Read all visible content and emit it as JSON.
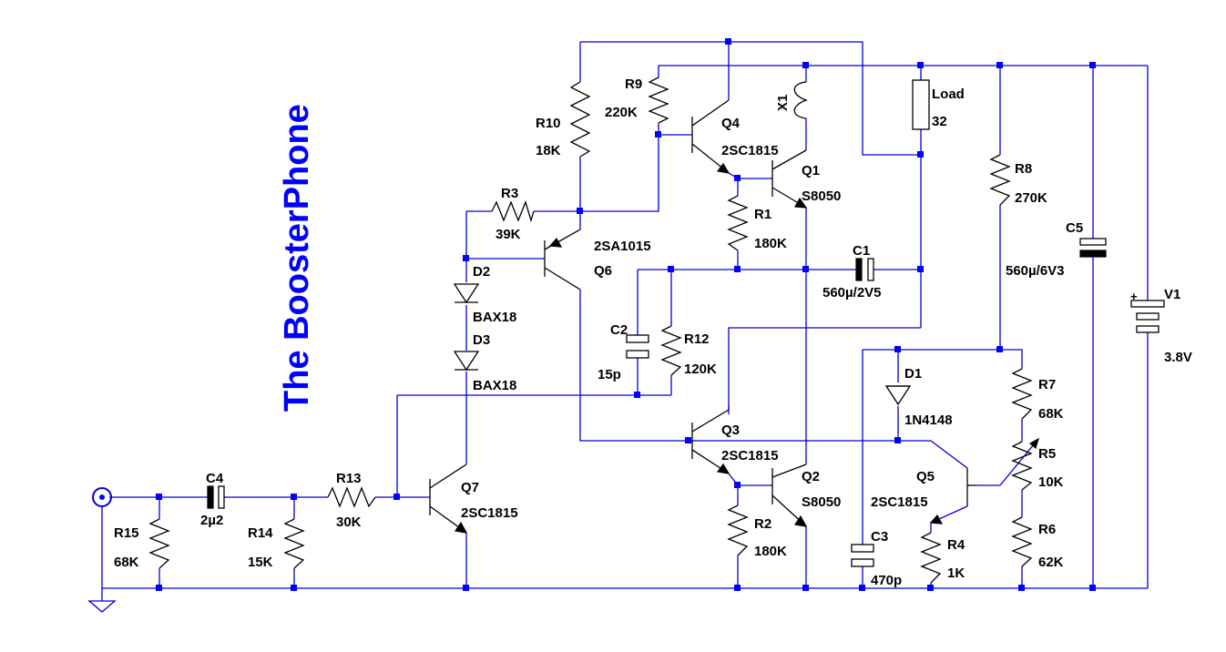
{
  "title": "The BoosterPhone",
  "colors": {
    "wire": "#0000d8",
    "junction": "#0000ff",
    "title": "#0000ff",
    "component": "#000000"
  },
  "components": {
    "R1": {
      "ref": "R1",
      "value": "180K"
    },
    "R2": {
      "ref": "R2",
      "value": "180K"
    },
    "R3": {
      "ref": "R3",
      "value": "39K"
    },
    "R4": {
      "ref": "R4",
      "value": "1K"
    },
    "R5": {
      "ref": "R5",
      "value": "10K"
    },
    "R6": {
      "ref": "R6",
      "value": "62K"
    },
    "R7": {
      "ref": "R7",
      "value": "68K"
    },
    "R8": {
      "ref": "R8",
      "value": "270K"
    },
    "R9": {
      "ref": "R9",
      "value": "220K"
    },
    "R10": {
      "ref": "R10",
      "value": "18K"
    },
    "R12": {
      "ref": "R12",
      "value": "120K"
    },
    "R13": {
      "ref": "R13",
      "value": "30K"
    },
    "R14": {
      "ref": "R14",
      "value": "15K"
    },
    "R15": {
      "ref": "R15",
      "value": "68K"
    },
    "C1": {
      "ref": "C1",
      "value": "560µ/2V5"
    },
    "C2": {
      "ref": "C2",
      "value": "15p"
    },
    "C3": {
      "ref": "C3",
      "value": "470p"
    },
    "C4": {
      "ref": "C4",
      "value": "2µ2"
    },
    "C5": {
      "ref": "C5",
      "value": "560µ/6V3"
    },
    "D1": {
      "ref": "D1",
      "value": "1N4148"
    },
    "D2": {
      "ref": "D2",
      "value": "BAX18"
    },
    "D3": {
      "ref": "D3",
      "value": "BAX18"
    },
    "Q1": {
      "ref": "Q1",
      "value": "S8050"
    },
    "Q2": {
      "ref": "Q2",
      "value": "S8050"
    },
    "Q3": {
      "ref": "Q3",
      "value": "2SC1815"
    },
    "Q4": {
      "ref": "Q4",
      "value": "2SC1815"
    },
    "Q5": {
      "ref": "Q5",
      "value": "2SC1815"
    },
    "Q6": {
      "ref": "Q6",
      "value": "2SA1015"
    },
    "Q7": {
      "ref": "Q7",
      "value": "2SC1815"
    },
    "V1": {
      "ref": "V1",
      "value": "3.8V"
    },
    "X1": {
      "ref": "X1"
    },
    "Load": {
      "ref": "Load",
      "value": "32"
    }
  }
}
